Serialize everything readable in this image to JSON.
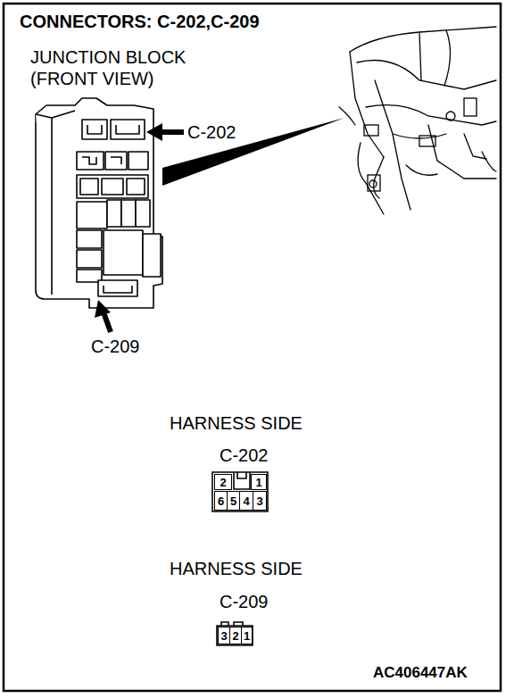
{
  "diagram": {
    "title": "CONNECTORS: C-202,C-209",
    "nodes": [
      {
        "text": [
          "2"
        ]
      },
      {
        "text": [
          "1"
        ]
      },
      {
        "text": [
          "6"
        ]
      },
      {
        "text": [
          "5"
        ]
      },
      {
        "text": [
          "4"
        ]
      },
      {
        "text": [
          "3"
        ]
      },
      {
        "text": [
          "3"
        ]
      },
      {
        "text": [
          "2"
        ]
      },
      {
        "text": [
          "1"
        ]
      }
    ],
    "labels": [
      "JUNCTION BLOCK (FRONT VIEW)",
      "C-202",
      "C-209",
      "HARNESS SIDE",
      "C-202",
      "HARNESS SIDE",
      "C-209",
      "AC406447AK"
    ]
  }
}
